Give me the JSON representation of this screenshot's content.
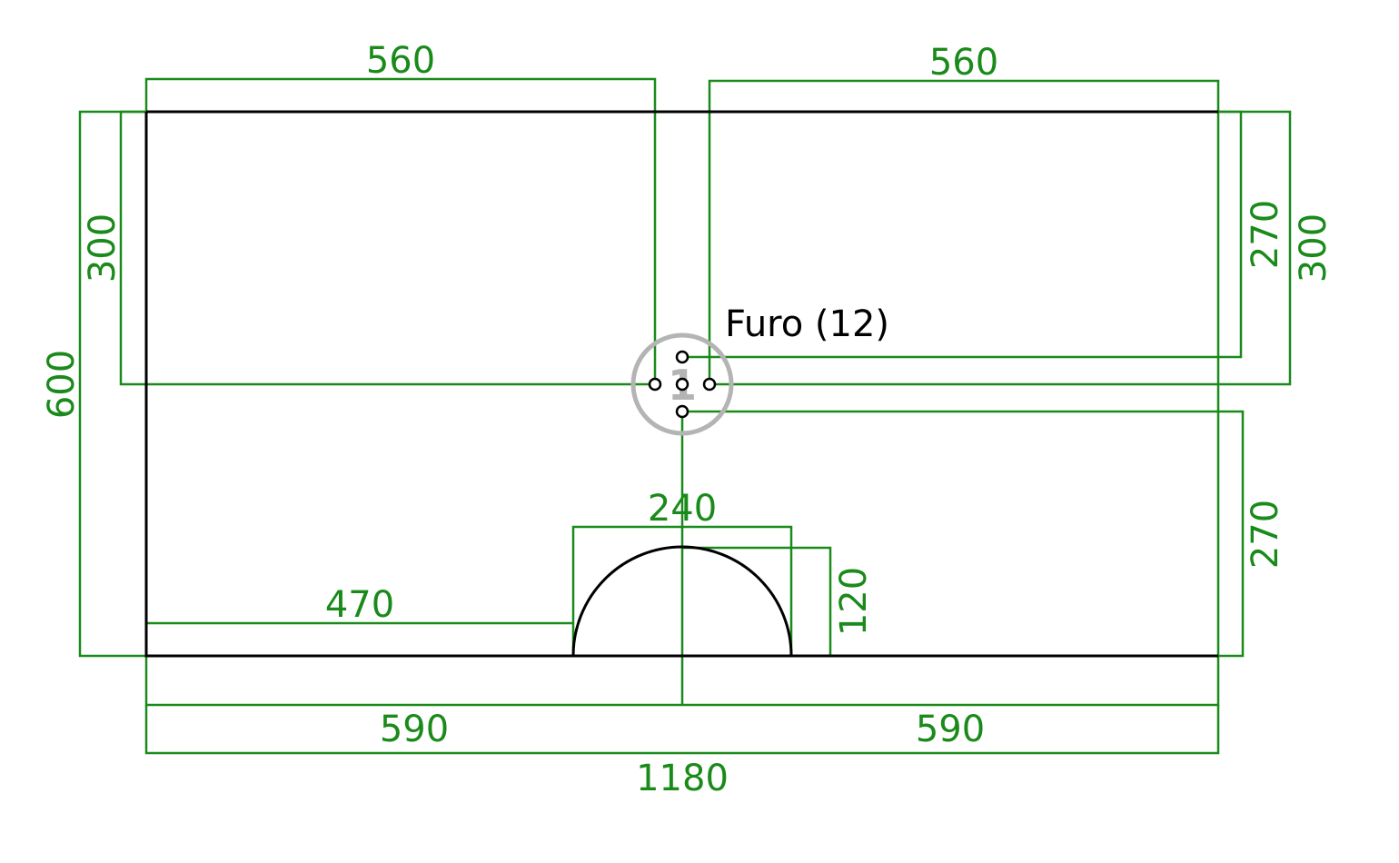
{
  "colors": {
    "dimension": "#1a8a1a",
    "outline": "#000000",
    "marker": "#b4b4b4",
    "background": "#ffffff"
  },
  "label": {
    "hole": "Furo (12)",
    "marker": "1"
  },
  "dimensions": {
    "top_left_width": "560",
    "top_right_width": "560",
    "left_upper_height": "300",
    "left_total_height": "600",
    "right_upper_inner": "270",
    "right_upper_outer": "300",
    "right_lower": "270",
    "arc_width": "240",
    "arc_height": "120",
    "bottom_left_offset": "470",
    "bottom_left_half": "590",
    "bottom_right_half": "590",
    "bottom_total": "1180"
  }
}
